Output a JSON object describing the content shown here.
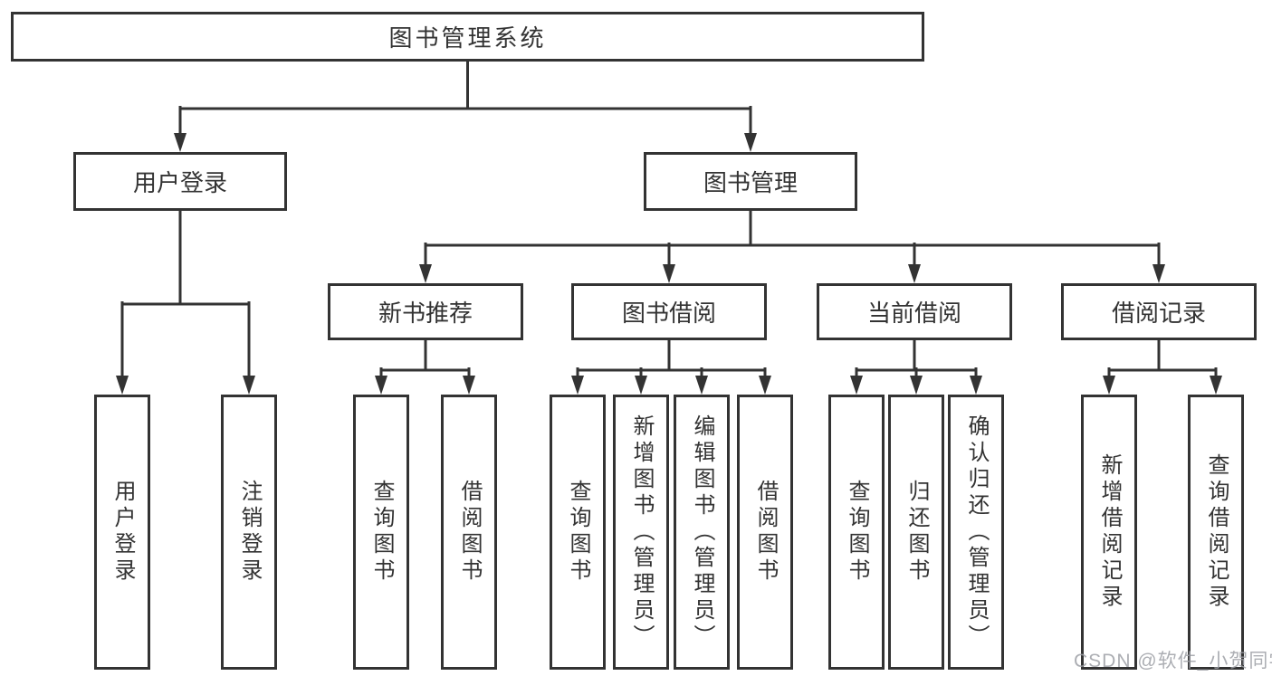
{
  "diagram": {
    "title": "图书管理系统",
    "level2": [
      {
        "label": "用户登录"
      },
      {
        "label": "图书管理"
      }
    ],
    "level3": [
      {
        "label": "新书推荐",
        "parent": "图书管理"
      },
      {
        "label": "图书借阅",
        "parent": "图书管理"
      },
      {
        "label": "当前借阅",
        "parent": "图书管理"
      },
      {
        "label": "借阅记录",
        "parent": "图书管理"
      }
    ],
    "leaves": [
      {
        "label": "用户登录",
        "parent": "用户登录"
      },
      {
        "label": "注销登录",
        "parent": "用户登录"
      },
      {
        "label": "查询图书",
        "parent": "新书推荐"
      },
      {
        "label": "借阅图书",
        "parent": "新书推荐"
      },
      {
        "label": "查询图书",
        "parent": "图书借阅"
      },
      {
        "label": "新增图书（管理员）",
        "parent": "图书借阅"
      },
      {
        "label": "编辑图书（管理员）",
        "parent": "图书借阅"
      },
      {
        "label": "借阅图书",
        "parent": "图书借阅"
      },
      {
        "label": "查询图书",
        "parent": "当前借阅"
      },
      {
        "label": "归还图书",
        "parent": "当前借阅"
      },
      {
        "label": "确认归还（管理员）",
        "parent": "当前借阅"
      },
      {
        "label": "新增借阅记录",
        "parent": "借阅记录"
      },
      {
        "label": "查询借阅记录",
        "parent": "借阅记录"
      }
    ],
    "watermark": "CSDN @软件_小贺同学",
    "colors": {
      "line": "#333333",
      "text": "#333333",
      "watermark": "#9ea0a6"
    }
  }
}
